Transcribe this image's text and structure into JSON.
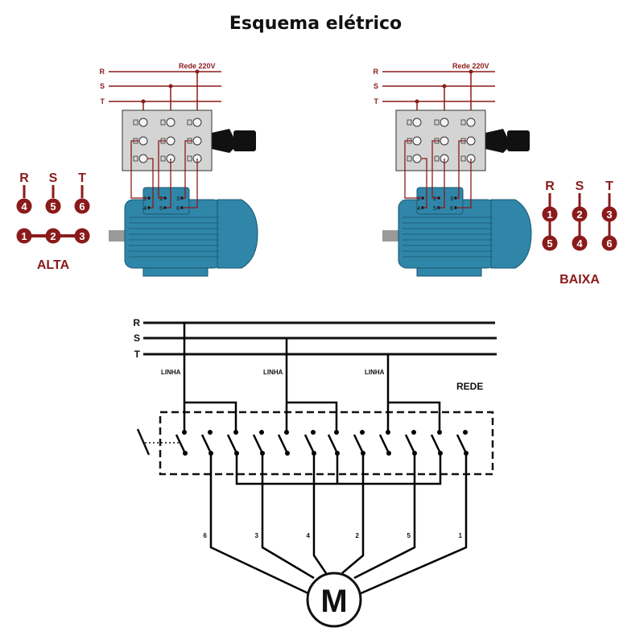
{
  "title": "Esquema elétrico",
  "colors": {
    "wire_red": "#8b1a1a",
    "motor_blue": "#2f86a8",
    "terminal_gray": "#d4d4d4",
    "ink": "#111111"
  },
  "top_diagrams": [
    {
      "network_label": "Rede 220V",
      "phases": [
        "R",
        "S",
        "T"
      ],
      "motor_terminals": [
        "1",
        "2",
        "3",
        "4",
        "5",
        "6"
      ],
      "connection": {
        "name": "ALTA",
        "phase_labels": [
          "R",
          "S",
          "T"
        ],
        "row1": [
          "4",
          "5",
          "6"
        ],
        "row2": [
          "1",
          "2",
          "3"
        ]
      }
    },
    {
      "network_label": "Rede 220V",
      "phases": [
        "R",
        "S",
        "T"
      ],
      "motor_terminals": [
        "1",
        "2",
        "3",
        "4",
        "5",
        "6"
      ],
      "connection": {
        "name": "BAIXA",
        "phase_labels": [
          "R",
          "S",
          "T"
        ],
        "row1": [
          "1",
          "2",
          "3"
        ],
        "row2": [
          "5",
          "4",
          "6"
        ]
      }
    }
  ],
  "schematic": {
    "phases": [
      "R",
      "S",
      "T"
    ],
    "line_labels": [
      "LINHA",
      "LINHA",
      "LINHA"
    ],
    "network_label": "REDE",
    "output_wires": [
      "6",
      "3",
      "4",
      "2",
      "5",
      "1"
    ],
    "motor_label": "M"
  }
}
